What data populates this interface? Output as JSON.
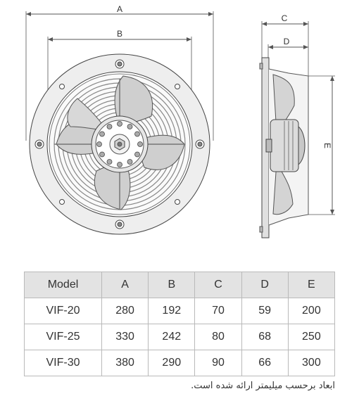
{
  "dimension_labels": {
    "A": "A",
    "B": "B",
    "C": "C",
    "D": "D",
    "E": "E"
  },
  "table": {
    "headers": [
      "Model",
      "A",
      "B",
      "C",
      "D",
      "E"
    ],
    "rows": [
      [
        "VIF-20",
        "280",
        "192",
        "70",
        "59",
        "200"
      ],
      [
        "VIF-25",
        "330",
        "242",
        "80",
        "68",
        "250"
      ],
      [
        "VIF-30",
        "380",
        "290",
        "90",
        "66",
        "300"
      ]
    ]
  },
  "note": "ابعاد برحسب میلیمتر ارائه شده است."
}
